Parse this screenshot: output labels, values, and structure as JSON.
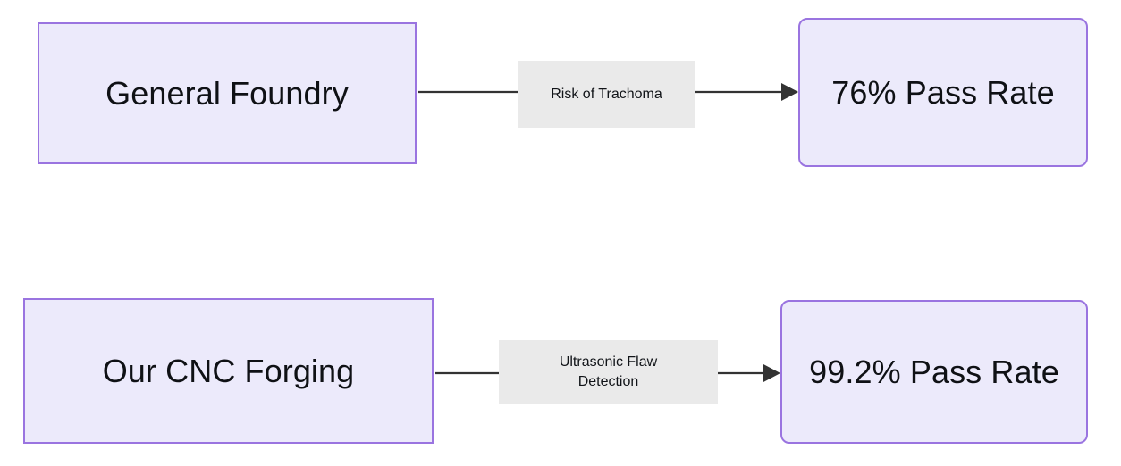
{
  "diagram": {
    "type": "flowchart",
    "direction": "left-to-right",
    "background_color": "#ffffff",
    "theme": {
      "node_fill": "#ECEAFB",
      "node_border": "#9A74E0",
      "edge_color": "#333333",
      "edge_label_background": "#EAEAEA",
      "text_color": "#111418"
    },
    "nodes": [
      {
        "id": "general-foundry",
        "label": "General Foundry",
        "shape": "rectangle",
        "row": 1,
        "role": "source"
      },
      {
        "id": "pass-rate-76",
        "label": "76% Pass Rate",
        "shape": "rounded-rectangle",
        "row": 1,
        "role": "result"
      },
      {
        "id": "cnc-forging",
        "label": "Our CNC Forging",
        "shape": "rectangle",
        "row": 2,
        "role": "source"
      },
      {
        "id": "pass-rate-99-2",
        "label": "99.2% Pass Rate",
        "shape": "rounded-rectangle",
        "row": 2,
        "role": "result"
      }
    ],
    "edges": [
      {
        "id": "edge-risk-of-trachoma",
        "from": "general-foundry",
        "to": "pass-rate-76",
        "label": "Risk of Trachoma",
        "label_lines": [
          "Risk of Trachoma"
        ],
        "arrow": "filled-triangle"
      },
      {
        "id": "edge-ultrasonic-flaw-detection",
        "from": "cnc-forging",
        "to": "pass-rate-99-2",
        "label": "Ultrasonic Flaw Detection",
        "label_lines": [
          "Ultrasonic Flaw",
          "Detection"
        ],
        "arrow": "filled-triangle"
      }
    ]
  }
}
